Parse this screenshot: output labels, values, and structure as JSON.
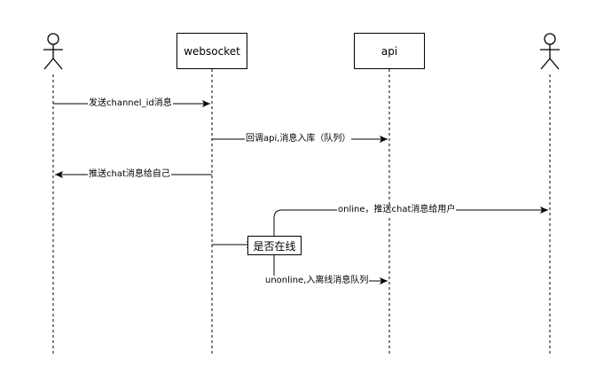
{
  "participants": {
    "websocket": "websocket",
    "api": "api"
  },
  "messages": {
    "m1": "发送channel_id消息",
    "m2": "回调api,消息入库（队列）",
    "m3": "推送chat消息给自己",
    "m4": "online，推送chat消息给用户",
    "m5": "unonline,入离线消息队列"
  },
  "decision": {
    "label": "是否在线"
  },
  "colors": {
    "line": "#000000",
    "background": "#ffffff"
  }
}
